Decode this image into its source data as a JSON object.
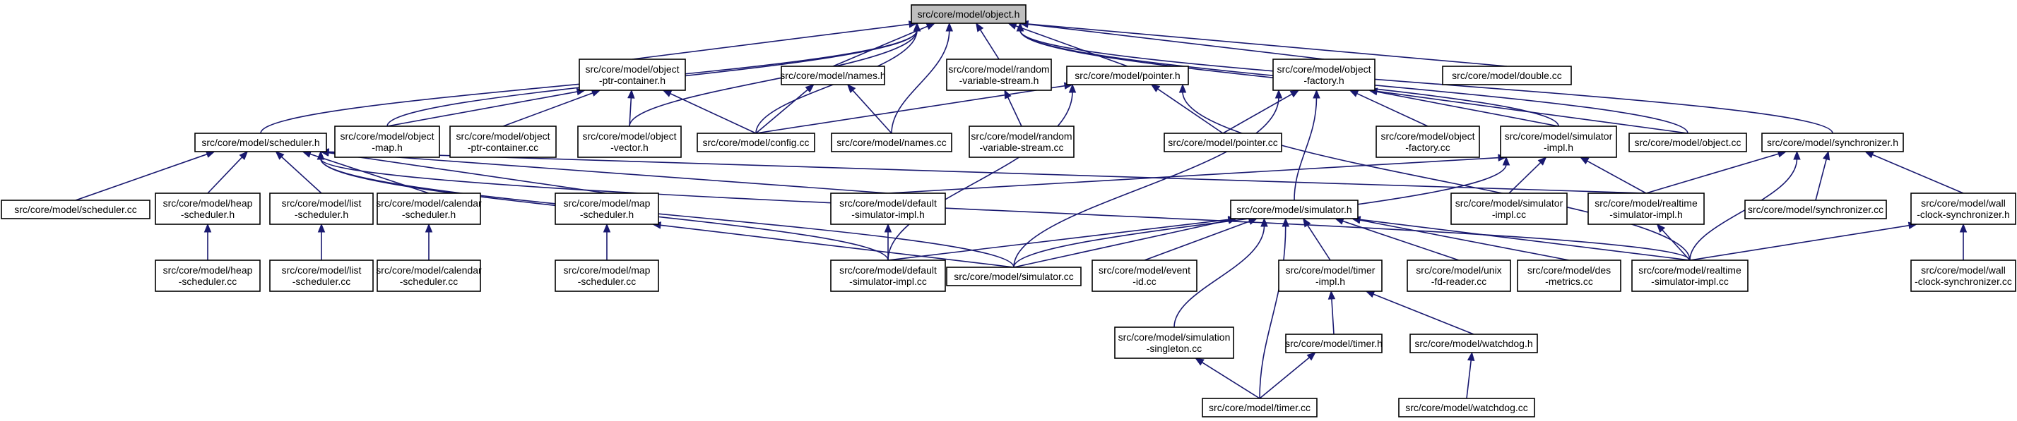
{
  "graph": {
    "nodes": [
      {
        "id": "object_h",
        "lines": [
          "src/core/model/object.h"
        ],
        "root": true
      },
      {
        "id": "opc_h",
        "lines": [
          "src/core/model/object",
          "-ptr-container.h"
        ]
      },
      {
        "id": "names_h",
        "lines": [
          "src/core/model/names.h"
        ]
      },
      {
        "id": "rvs_h",
        "lines": [
          "src/core/model/random",
          "-variable-stream.h"
        ]
      },
      {
        "id": "pointer_h",
        "lines": [
          "src/core/model/pointer.h"
        ]
      },
      {
        "id": "factory_h",
        "lines": [
          "src/core/model/object",
          "-factory.h"
        ]
      },
      {
        "id": "double_cc",
        "lines": [
          "src/core/model/double.cc"
        ]
      },
      {
        "id": "scheduler_h",
        "lines": [
          "src/core/model/scheduler.h"
        ]
      },
      {
        "id": "object_map_h",
        "lines": [
          "src/core/model/object",
          "-map.h"
        ]
      },
      {
        "id": "opc_cc",
        "lines": [
          "src/core/model/object",
          "-ptr-container.cc"
        ]
      },
      {
        "id": "object_vector_h",
        "lines": [
          "src/core/model/object",
          "-vector.h"
        ]
      },
      {
        "id": "config_cc",
        "lines": [
          "src/core/model/config.cc"
        ]
      },
      {
        "id": "names_cc",
        "lines": [
          "src/core/model/names.cc"
        ]
      },
      {
        "id": "rvs_cc",
        "lines": [
          "src/core/model/random",
          "-variable-stream.cc"
        ]
      },
      {
        "id": "pointer_cc",
        "lines": [
          "src/core/model/pointer.cc"
        ]
      },
      {
        "id": "factory_cc",
        "lines": [
          "src/core/model/object",
          "-factory.cc"
        ]
      },
      {
        "id": "simimpl_h",
        "lines": [
          "src/core/model/simulator",
          "-impl.h"
        ]
      },
      {
        "id": "object_cc",
        "lines": [
          "src/core/model/object.cc"
        ]
      },
      {
        "id": "synchronizer_h",
        "lines": [
          "src/core/model/synchronizer.h"
        ]
      },
      {
        "id": "scheduler_cc",
        "lines": [
          "src/core/model/scheduler.cc"
        ]
      },
      {
        "id": "heap_h",
        "lines": [
          "src/core/model/heap",
          "-scheduler.h"
        ]
      },
      {
        "id": "list_h",
        "lines": [
          "src/core/model/list",
          "-scheduler.h"
        ]
      },
      {
        "id": "calendar_h",
        "lines": [
          "src/core/model/calendar",
          "-scheduler.h"
        ]
      },
      {
        "id": "map_h",
        "lines": [
          "src/core/model/map",
          "-scheduler.h"
        ]
      },
      {
        "id": "defsim_h",
        "lines": [
          "src/core/model/default",
          "-simulator-impl.h"
        ]
      },
      {
        "id": "simulator_h",
        "lines": [
          "src/core/model/simulator.h"
        ]
      },
      {
        "id": "simimpl_cc",
        "lines": [
          "src/core/model/simulator",
          "-impl.cc"
        ]
      },
      {
        "id": "rtsim_h",
        "lines": [
          "src/core/model/realtime",
          "-simulator-impl.h"
        ]
      },
      {
        "id": "synchronizer_cc",
        "lines": [
          "src/core/model/synchronizer.cc"
        ]
      },
      {
        "id": "wcs_h",
        "lines": [
          "src/core/model/wall",
          "-clock-synchronizer.h"
        ]
      },
      {
        "id": "heap_cc",
        "lines": [
          "src/core/model/heap",
          "-scheduler.cc"
        ]
      },
      {
        "id": "list_cc",
        "lines": [
          "src/core/model/list",
          "-scheduler.cc"
        ]
      },
      {
        "id": "calendar_cc",
        "lines": [
          "src/core/model/calendar",
          "-scheduler.cc"
        ]
      },
      {
        "id": "map_cc",
        "lines": [
          "src/core/model/map",
          "-scheduler.cc"
        ]
      },
      {
        "id": "defsim_cc",
        "lines": [
          "src/core/model/default",
          "-simulator-impl.cc"
        ]
      },
      {
        "id": "simulator_cc",
        "lines": [
          "src/core/model/simulator.cc"
        ]
      },
      {
        "id": "eventid_cc",
        "lines": [
          "src/core/model/event",
          "-id.cc"
        ]
      },
      {
        "id": "timerimpl_h",
        "lines": [
          "src/core/model/timer",
          "-impl.h"
        ]
      },
      {
        "id": "unixfd_cc",
        "lines": [
          "src/core/model/unix",
          "-fd-reader.cc"
        ]
      },
      {
        "id": "desmetrics_cc",
        "lines": [
          "src/core/model/des",
          "-metrics.cc"
        ]
      },
      {
        "id": "rtsim_cc",
        "lines": [
          "src/core/model/realtime",
          "-simulator-impl.cc"
        ]
      },
      {
        "id": "wcs_cc",
        "lines": [
          "src/core/model/wall",
          "-clock-synchronizer.cc"
        ]
      },
      {
        "id": "simsingleton_cc",
        "lines": [
          "src/core/model/simulation",
          "-singleton.cc"
        ]
      },
      {
        "id": "timer_h",
        "lines": [
          "src/core/model/timer.h"
        ]
      },
      {
        "id": "watchdog_h",
        "lines": [
          "src/core/model/watchdog.h"
        ]
      },
      {
        "id": "timer_cc",
        "lines": [
          "src/core/model/timer.cc"
        ]
      },
      {
        "id": "watchdog_cc",
        "lines": [
          "src/core/model/watchdog.cc"
        ]
      }
    ],
    "colors": {
      "edge": "#191970",
      "root_fill": "#bfbfbf",
      "node_fill": "#ffffff",
      "node_stroke": "#000000"
    }
  }
}
